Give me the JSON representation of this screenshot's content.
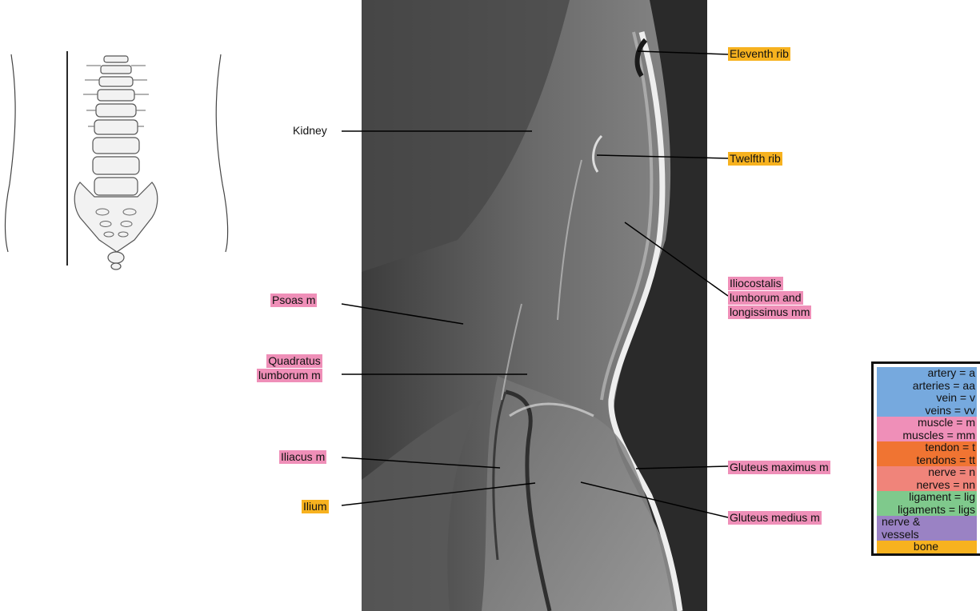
{
  "labels": {
    "eleventh_rib": "Eleventh rib",
    "twelfth_rib": "Twelfth rib",
    "kidney": "Kidney",
    "iliocostalis_1": "Iliocostalis",
    "iliocostalis_2": "lumborum and",
    "iliocostalis_3": "longissimus mm",
    "psoas": "Psoas m",
    "quadratus_1": "Quadratus",
    "quadratus_2": "lumborum m",
    "iliacus": "Iliacus m",
    "ilium": "Ilium",
    "gluteus_maximus": "Gluteus maximus m",
    "gluteus_medius": "Gluteus medius m"
  },
  "legend": {
    "artery": "artery = a",
    "arteries": "arteries = aa",
    "vein": "vein = v",
    "veins": "veins = vv",
    "muscle": "muscle = m",
    "muscles": "muscles = mm",
    "tendon": "tendon = t",
    "tendons": "tendons = tt",
    "nerve": "nerve = n",
    "nerves": "nerves = nn",
    "ligament": "ligament = lig",
    "ligaments": "ligaments = ligs",
    "nerve_vessels_1": "nerve &",
    "nerve_vessels_2": "vessels",
    "bone": "bone"
  },
  "colors": {
    "bone": "#f7b21f",
    "muscle": "#ef8fb8",
    "vessel": "#76a9de",
    "tendon": "#f07432",
    "nerve": "#f0847a",
    "ligament": "#7fc98c",
    "nerve_vessels": "#9a82c4"
  }
}
